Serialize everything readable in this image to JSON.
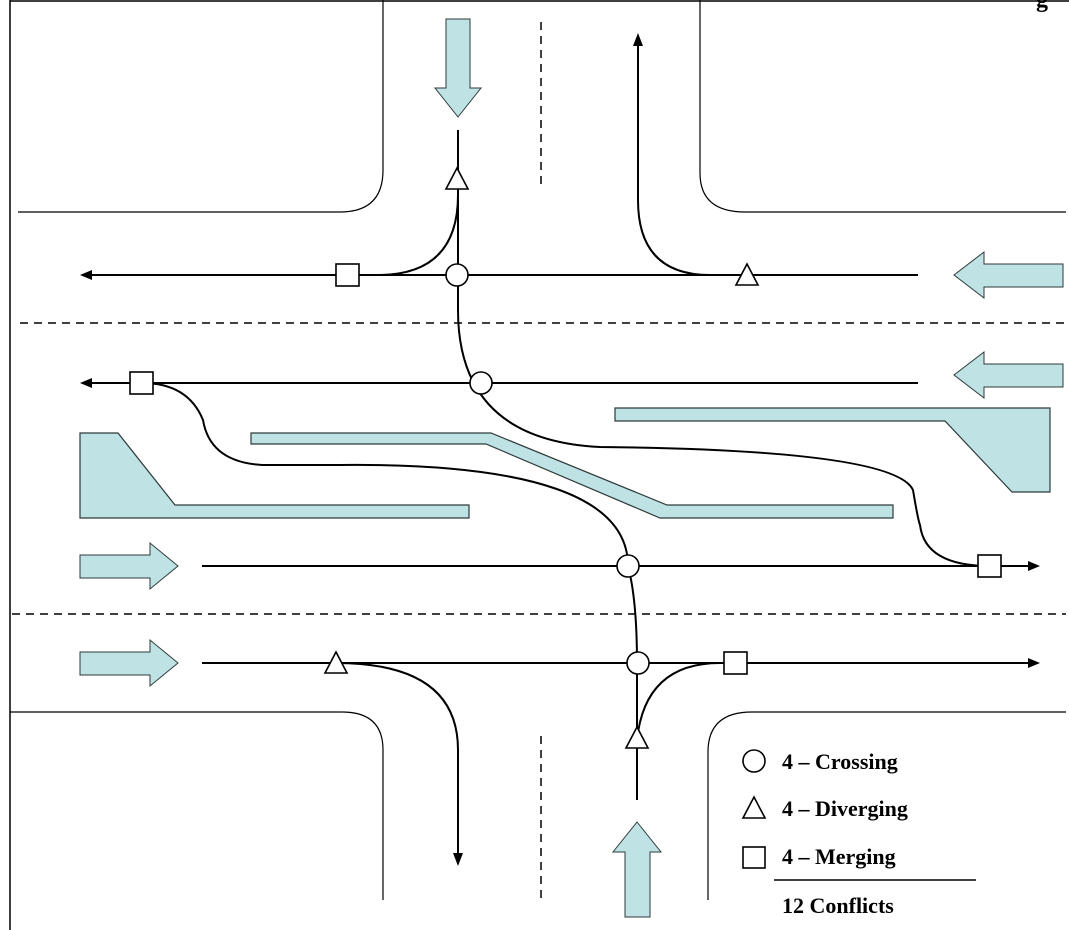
{
  "header": {
    "clipped_text": "g"
  },
  "colors": {
    "arrow_fill": "#bfe2e4",
    "island_fill": "#bfe2e4",
    "line": "#000000",
    "background": "#ffffff"
  },
  "legend": {
    "items": [
      {
        "symbol": "circle",
        "label": "4 – Crossing"
      },
      {
        "symbol": "triangle",
        "label": "4 – Diverging"
      },
      {
        "symbol": "square",
        "label": "4 – Merging"
      }
    ],
    "total": "12 Conflicts"
  }
}
